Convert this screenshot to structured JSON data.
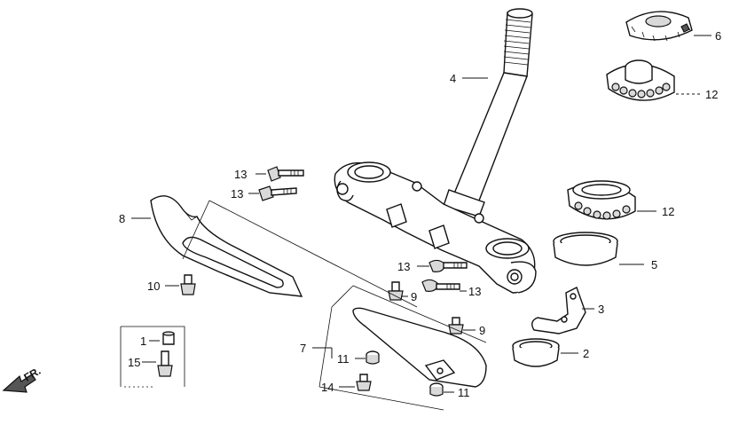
{
  "diagram": {
    "callouts": {
      "c1": "1",
      "c2": "2",
      "c3": "3",
      "c4": "4",
      "c5": "5",
      "c6": "6",
      "c7": "7",
      "c8": "8",
      "c9a": "9",
      "c9b": "9",
      "c10": "10",
      "c11a": "11",
      "c11b": "11",
      "c12a": "12",
      "c12b": "12",
      "c13a": "13",
      "c13b": "13",
      "c13c": "13",
      "c13d": "13",
      "c14": "14",
      "c15": "15"
    },
    "direction_label": "FR."
  }
}
